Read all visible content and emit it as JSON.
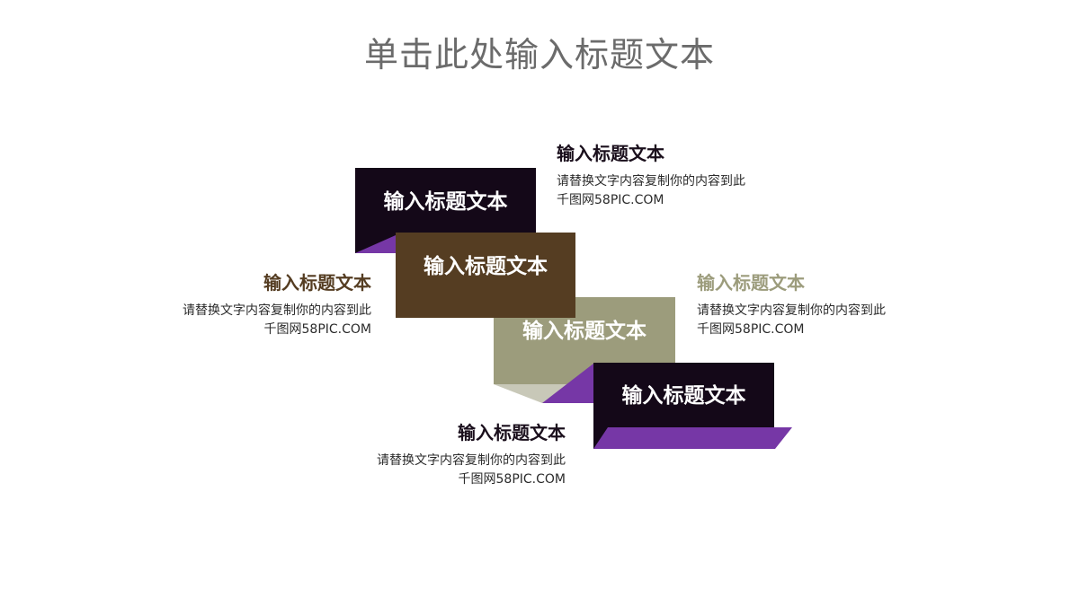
{
  "slide": {
    "title": "单击此处输入标题文本"
  },
  "colors": {
    "dark": "#140818",
    "brown": "#553d22",
    "olive": "#9c9c7c",
    "olive_light": "#c8c8b8",
    "purple": "#7637a6",
    "title_gray": "#6b6b6b"
  },
  "blocks": [
    {
      "label": "输入标题文本",
      "color": "#140818"
    },
    {
      "label": "输入标题文本",
      "color": "#553d22"
    },
    {
      "label": "输入标题文本",
      "color": "#9c9c7c"
    },
    {
      "label": "输入标题文本",
      "color": "#140818"
    }
  ],
  "notes": [
    {
      "heading": "输入标题文本",
      "heading_color": "#1a0f1c",
      "line1": "请替换文字内容复制你的内容到此",
      "line2": "千图网58PIC.COM"
    },
    {
      "heading": "输入标题文本",
      "heading_color": "#553d22",
      "line1": "请替换文字内容复制你的内容到此",
      "line2": "千图网58PIC.COM"
    },
    {
      "heading": "输入标题文本",
      "heading_color": "#9c9c7c",
      "line1": "请替换文字内容复制你的内容到此",
      "line2": "千图网58PIC.COM"
    },
    {
      "heading": "输入标题文本",
      "heading_color": "#1a0f1c",
      "line1": "请替换文字内容复制你的内容到此",
      "line2": "千图网58PIC.COM"
    }
  ]
}
